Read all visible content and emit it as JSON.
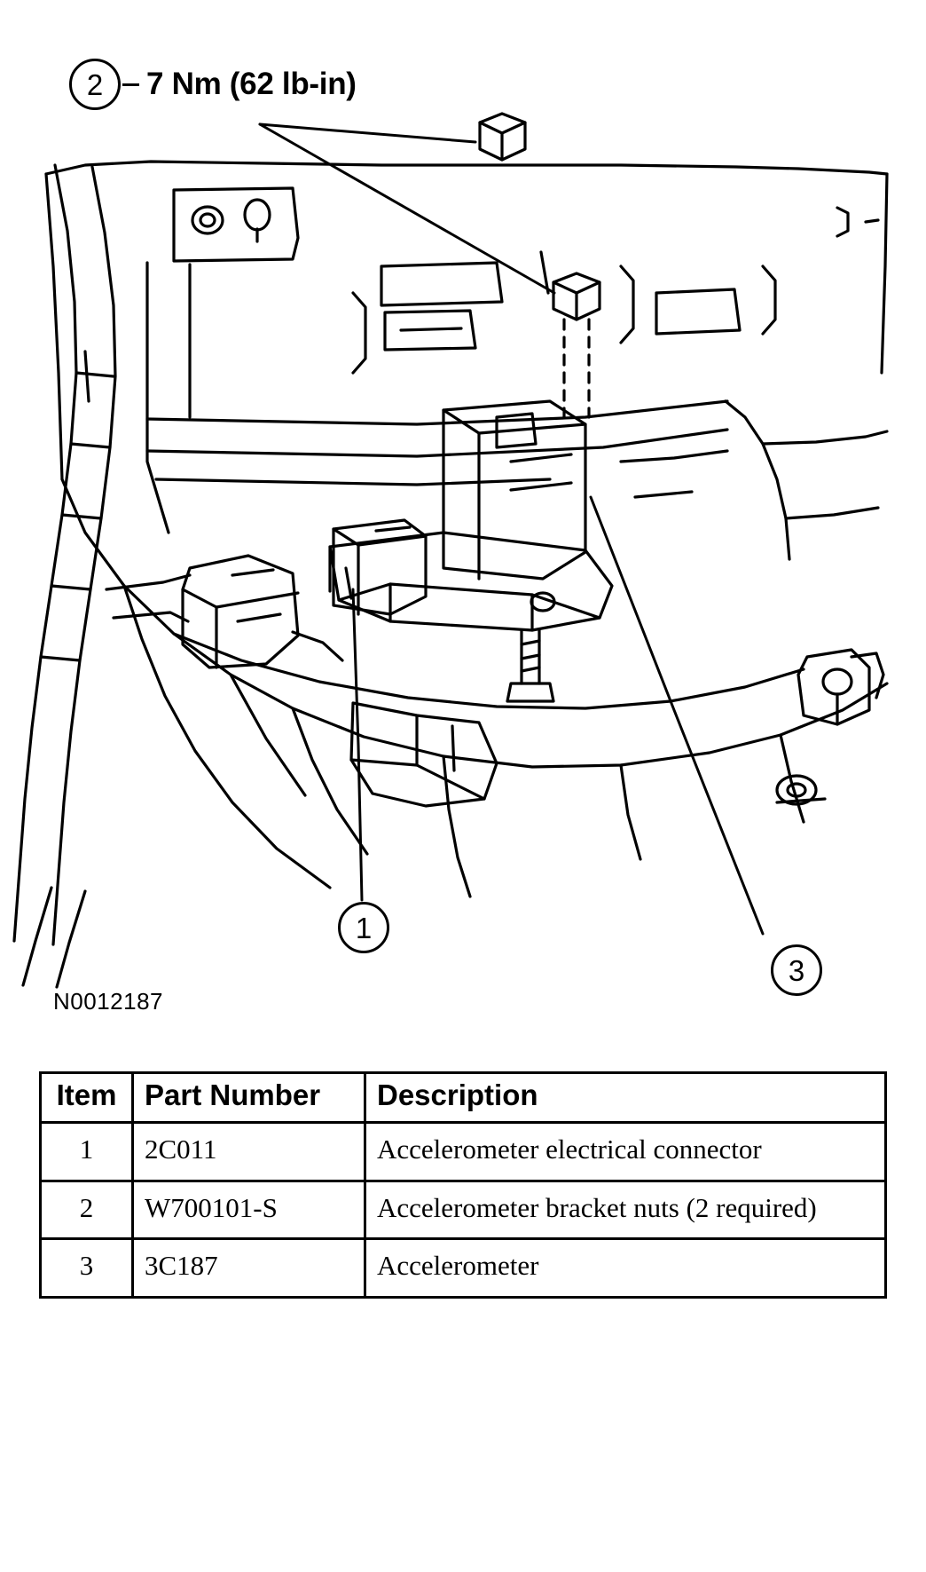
{
  "figure": {
    "id_label": "N0012187",
    "torque_callout": {
      "marker": "2",
      "dash": "-",
      "text": "7 Nm (62 lb-in)"
    },
    "callouts": [
      {
        "number": "1",
        "target": "accelerometer-electrical-connector"
      },
      {
        "number": "3",
        "target": "accelerometer"
      }
    ],
    "subject": "Accelerometer mounting bracket assembly line drawing"
  },
  "parts_table": {
    "headers": {
      "item": "Item",
      "part_number": "Part Number",
      "description": "Description"
    },
    "rows": [
      {
        "item": "1",
        "part_number": "2C011",
        "description": "Accelerometer electrical connector"
      },
      {
        "item": "2",
        "part_number": "W700101-S",
        "description": "Accelerometer bracket nuts (2 required)"
      },
      {
        "item": "3",
        "part_number": "3C187",
        "description": "Accelerometer"
      }
    ]
  },
  "colors": {
    "line": "#000000",
    "background": "#ffffff"
  }
}
